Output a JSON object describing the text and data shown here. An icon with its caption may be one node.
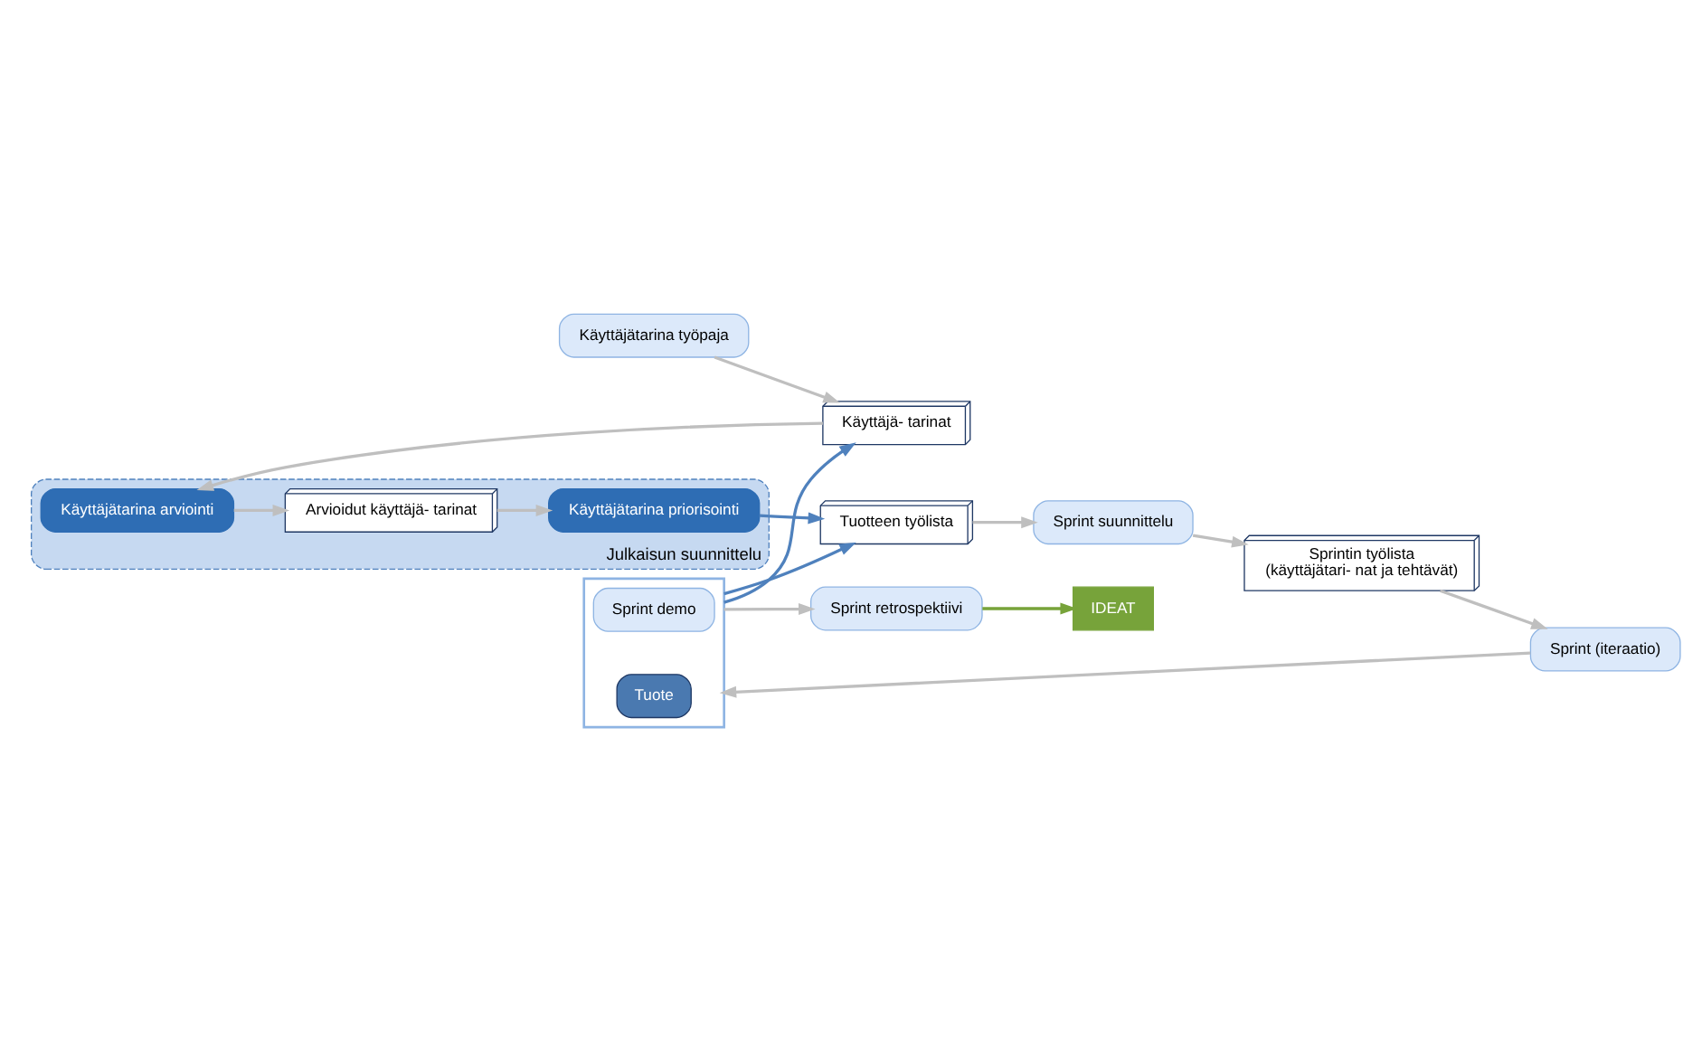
{
  "diagram": {
    "nodes": [
      {
        "text": [
          "Käyttäjätarina työpaja"
        ]
      },
      {
        "text": [
          "Käyttäjä- tarinat"
        ]
      },
      {
        "text": [
          "Julkaisun suunnittelu"
        ]
      },
      {
        "text": [
          "Käyttäjätarina arviointi"
        ],
        "in": 2
      },
      {
        "text": [
          "Arvioidut käyttäjä- tarinat"
        ],
        "in": 2
      },
      {
        "text": [
          "Käyttäjätarina priorisointi"
        ],
        "in": 2
      },
      {
        "text": [
          "Tuotteen työlista"
        ]
      },
      {
        "text": [
          "Sprint suunnittelu"
        ]
      },
      {
        "text": [
          "Sprintin työlista",
          "(käyttäjätari- nat ja tehtävät)"
        ]
      },
      {
        "text": [
          "Sprint (iteraatio)"
        ]
      },
      {
        "text": [],
        "shape": "bracket"
      },
      {
        "text": [
          "Sprint demo"
        ],
        "in": 10
      },
      {
        "text": [
          "Tuote"
        ],
        "in": 10
      },
      {
        "text": [
          "Sprint retrospektiivi"
        ]
      },
      {
        "text": [
          "IDEAT"
        ]
      }
    ],
    "edges": [
      {
        "from": 0,
        "to": 1,
        "arrow": "to"
      },
      {
        "from": 1,
        "to": 3,
        "arrow": "to"
      },
      {
        "from": 3,
        "to": 4,
        "arrow": "to"
      },
      {
        "from": 4,
        "to": 5,
        "arrow": "to"
      },
      {
        "from": 5,
        "to": 6,
        "arrow": "to",
        "color": "#4f81bd"
      },
      {
        "from": 6,
        "to": 7,
        "arrow": "to"
      },
      {
        "from": 7,
        "to": 8,
        "arrow": "to"
      },
      {
        "from": 8,
        "to": 9,
        "arrow": "to"
      },
      {
        "from": 9,
        "to": 10,
        "arrow": "to"
      },
      {
        "from": 10,
        "to": 13,
        "arrow": "to"
      },
      {
        "from": 13,
        "to": 14,
        "arrow": "to",
        "color": "#77a33a"
      },
      {
        "from": 10,
        "to": 1,
        "arrow": "to",
        "color": "#4f81bd"
      },
      {
        "from": 10,
        "to": 6,
        "arrow": "to",
        "color": "#4f81bd"
      }
    ]
  }
}
